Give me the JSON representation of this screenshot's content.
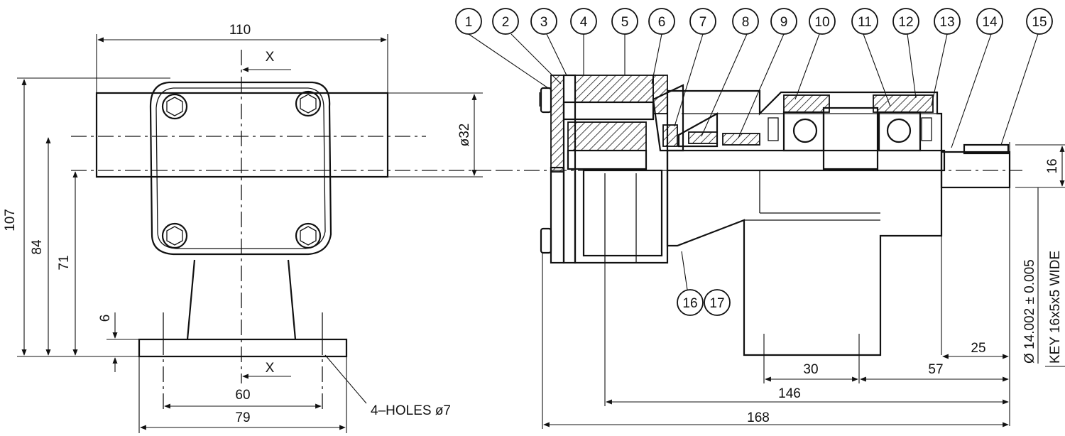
{
  "dimensions": {
    "width_110": "110",
    "height_107": "107",
    "height_84": "84",
    "height_71": "71",
    "height_6": "6",
    "base_60": "60",
    "base_79": "79",
    "dia_32": "ø32",
    "mark_x_top": "X",
    "mark_x_bottom": "X",
    "len_30": "30",
    "len_57": "57",
    "len_25": "25",
    "len_146": "146",
    "len_168": "168",
    "key_16": "16"
  },
  "notes": {
    "holes": "4–HOLES ø7",
    "shaft_dia": "Ø 14.002 ± 0.005",
    "key": "KEY 16x5x5 WIDE"
  },
  "callouts": [
    "1",
    "2",
    "3",
    "4",
    "5",
    "6",
    "7",
    "8",
    "9",
    "10",
    "11",
    "12",
    "13",
    "14",
    "15",
    "16",
    "17"
  ]
}
